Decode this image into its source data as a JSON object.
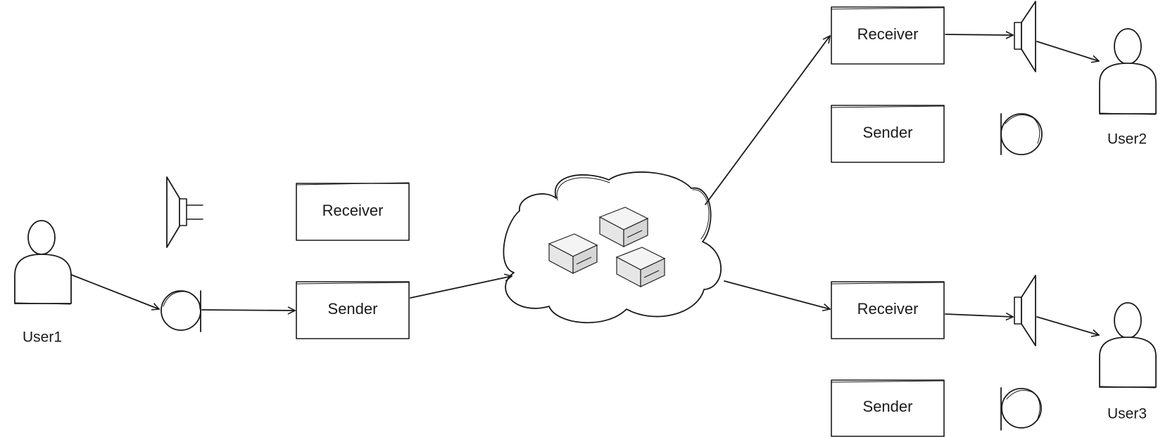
{
  "user1": {
    "label": "User1"
  },
  "user2": {
    "label": "User2"
  },
  "user3": {
    "label": "User3"
  },
  "user1_stack": {
    "receiver_label": "Receiver",
    "sender_label": "Sender"
  },
  "user2_stack": {
    "receiver_label": "Receiver",
    "sender_label": "Sender"
  },
  "user3_stack": {
    "receiver_label": "Receiver",
    "sender_label": "Sender"
  },
  "icons": {
    "speaker": "speaker-icon",
    "microphone": "microphone-icon",
    "network": "cloud-icon",
    "server": "server-icon",
    "user": "user-icon"
  }
}
